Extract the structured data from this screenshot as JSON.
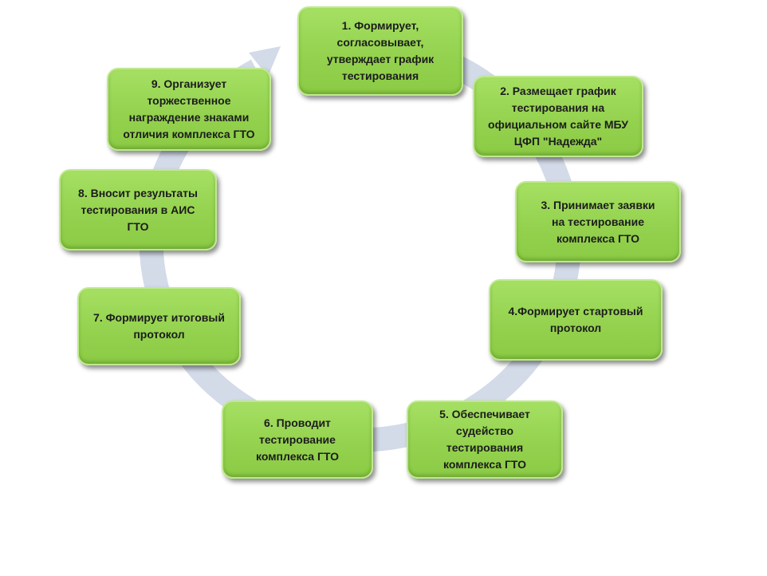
{
  "diagram": {
    "type": "cycle",
    "colors": {
      "box": "#94d24f",
      "arrow": "#d3dae8",
      "text": "#1c1c1c"
    },
    "steps": [
      {
        "label": "1. Формирует,\nсогласовывает,\nутверждает  график\nтестирования"
      },
      {
        "label": "2. Размещает  график\nтестирования  на\nофициальном  сайте МБУ\nЦФП \"Надежда\""
      },
      {
        "label": "3. Принимает заявки\nна  тестирование\nкомплекса ГТО"
      },
      {
        "label": "4.Формирует стартовый\nпротокол"
      },
      {
        "label": "5. Обеспечивает\nсудейство\nтестирования\nкомплекса ГТО"
      },
      {
        "label": "6.  Проводит\nтестирование\nкомплекса ГТО"
      },
      {
        "label": "7.  Формирует итоговый\nпротокол"
      },
      {
        "label": "8. Вносит результаты\nтестирования  в АИС\nГТО"
      },
      {
        "label": "9. Организует\nторжественное\nнаграждение  знаками\nотличия  комплекса ГТО"
      }
    ]
  }
}
